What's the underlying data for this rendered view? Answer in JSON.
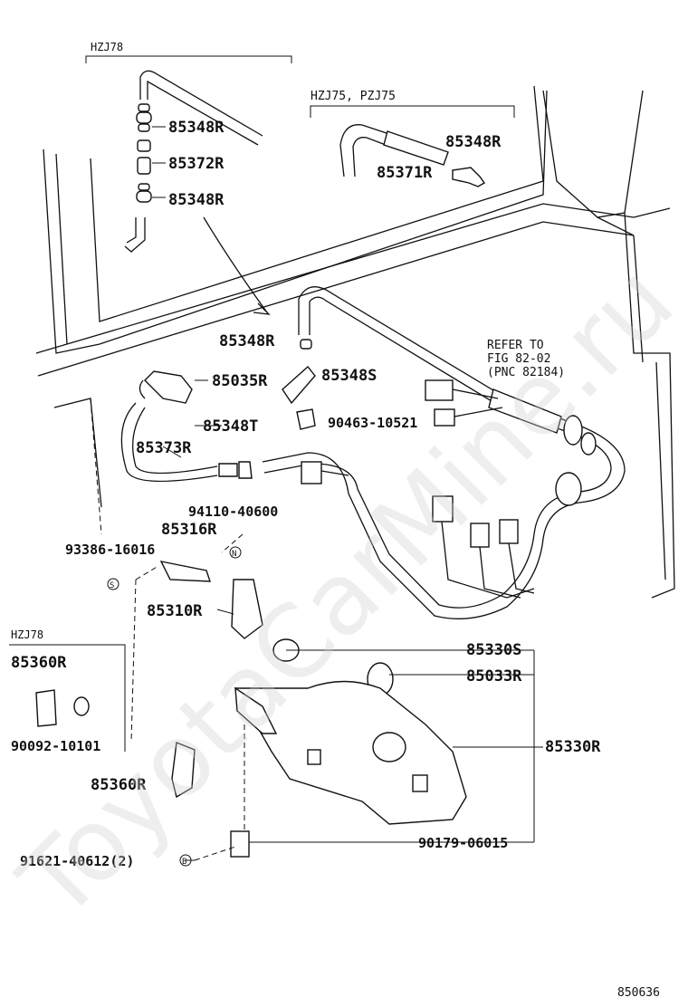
{
  "watermark": "ToyotaCarMine.ru",
  "diagram_code": "850636",
  "groups": {
    "hzj78_top": "HZJ78",
    "hzj75_pzj75": "HZJ75, PZJ75",
    "hzj78_left": "HZJ78"
  },
  "refer": {
    "line1": "REFER TO",
    "line2": "FIG 82-02",
    "line3": "(PNC 82184)"
  },
  "parts": {
    "p85348R_a": "85348R",
    "p85372R": "85372R",
    "p85348R_b": "85348R",
    "p85348R_c": "85348R",
    "p85371R": "85371R",
    "p85348R_d": "85348R",
    "p85035R": "85035R",
    "p85348S": "85348S",
    "p90463": "90463-10521",
    "p85348T": "85348T",
    "p85373R": "85373R",
    "p94110": "94110-40600",
    "p85316R": "85316R",
    "p93386": "93386-16016",
    "p85310R": "85310R",
    "p85330S": "85330S",
    "p85033R": "85033R",
    "p85360R_a": "85360R",
    "p90092": "90092-10101",
    "p85330R": "85330R",
    "p85360R_b": "85360R",
    "p90179": "90179-06015",
    "p91621": "91621-40612(2)"
  },
  "symbols": {
    "s": "S",
    "n": "N",
    "b": "B"
  }
}
